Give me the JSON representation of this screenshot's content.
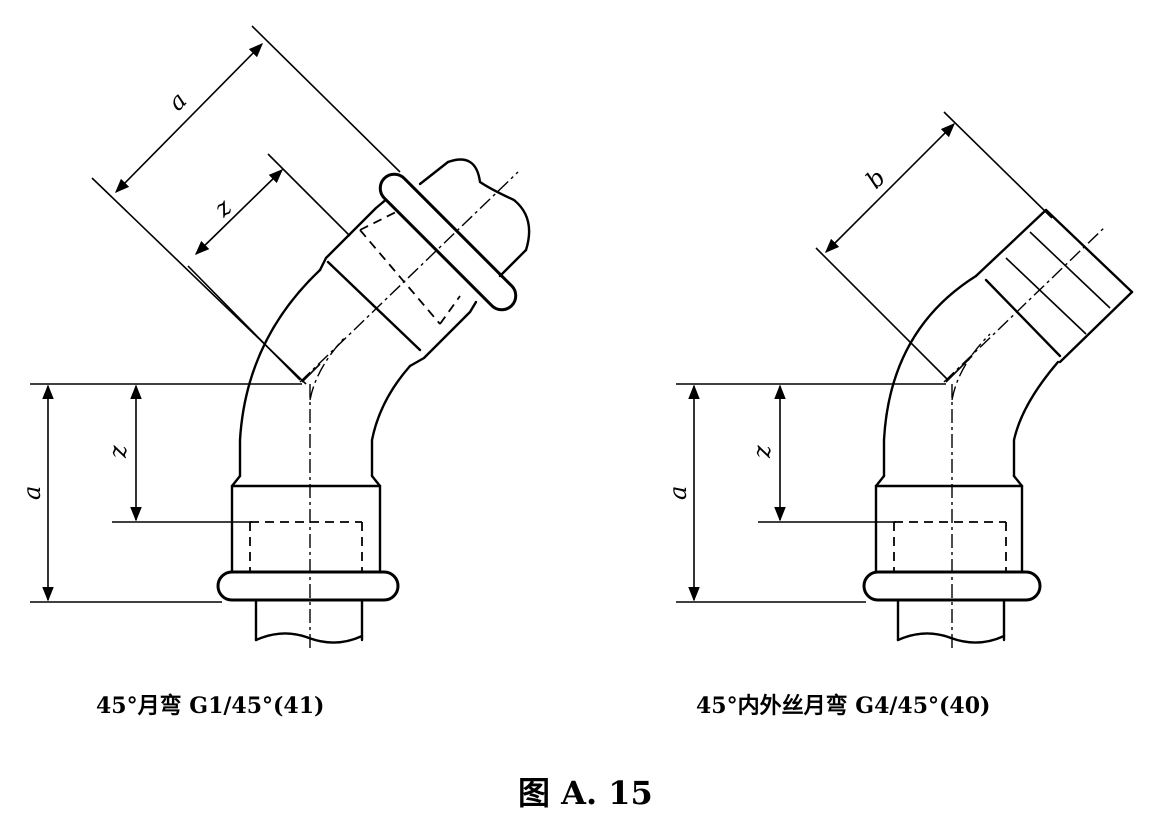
{
  "figure": {
    "label": "图 A. 15"
  },
  "left_part": {
    "caption": "45°月弯  G1/45°(41)",
    "dim_labels": {
      "diag_outer": "a",
      "diag_inner": "z",
      "vert_outer": "a",
      "vert_inner": "z"
    }
  },
  "right_part": {
    "caption": "45°内外丝月弯  G4/45°(40)",
    "dim_labels": {
      "diag_outer": "b",
      "vert_outer": "a",
      "vert_inner": "z"
    }
  }
}
